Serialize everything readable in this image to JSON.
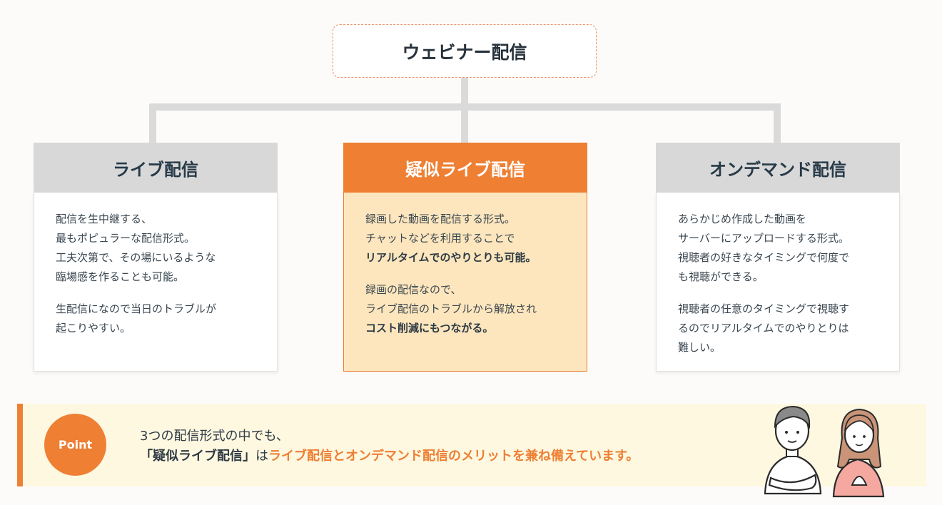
{
  "root": {
    "title": "ウェビナー配信"
  },
  "cards": [
    {
      "title": "ライブ配信",
      "paragraphs": [
        "配信を生中継する、\n最もポピュラーな配信形式。\n工夫次第で、その場にいるような\n臨場感を作ることも可能。",
        "生配信になので当日のトラブルが\n起こりやすい。"
      ]
    },
    {
      "title": "疑似ライブ配信",
      "p1_lead": "録画した動画を配信する形式。\nチャットなどを利用することで",
      "p1_strong": "リアルタイムでのやりとりも可能。",
      "p2_lead": "録画の配信なので、\nライブ配信のトラブルから解放され",
      "p2_strong": "コスト削減にもつながる。"
    },
    {
      "title": "オンデマンド配信",
      "paragraphs": [
        "あらかじめ作成した動画を\nサーバーにアップロードする形式。\n視聴者の好きなタイミングで何度で\nも視聴ができる。",
        "視聴者の任意のタイミングで視聴す\nるのでリアルタイムでのやりとりは\n難しい。"
      ]
    }
  ],
  "point": {
    "badge": "Point",
    "line1": "3つの配信形式の中でも、",
    "line2_bold": "「疑似ライブ配信」",
    "line2_mid": "は",
    "line2_orange": "ライブ配信とオンデマンド配信のメリットを兼ね備えています。"
  },
  "colors": {
    "accent": "#ee7f33",
    "gray_header": "#d8d8d8",
    "highlight_body": "#fde6bd",
    "band": "#fef8e1"
  }
}
